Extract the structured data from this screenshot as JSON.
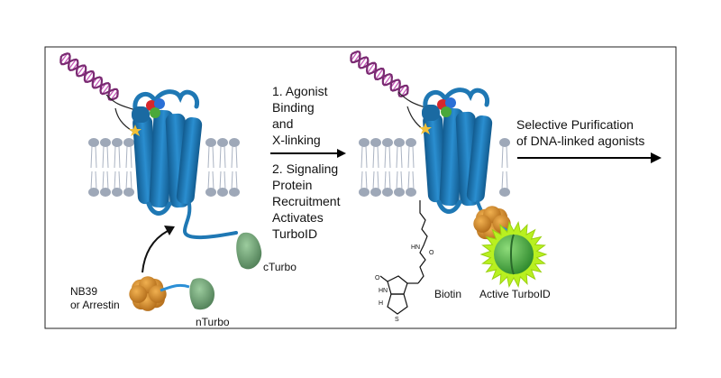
{
  "steps": {
    "step1": [
      "1. Agonist",
      "Binding",
      "and",
      "X-linking"
    ],
    "step2": [
      "2. Signaling",
      "Protein",
      "Recruitment",
      "Activates",
      "TurboID"
    ]
  },
  "labels": {
    "nb39": [
      "NB39",
      "or Arrestin"
    ],
    "nturbo": "nTurbo",
    "cturbo": "cTurbo",
    "biotin": "Biotin",
    "active_turboid": "Active TurboID",
    "purification": [
      "Selective Purification",
      "of DNA-linked agonists"
    ]
  },
  "colors": {
    "receptor": "#1f78b4",
    "receptor_dark": "#135a8a",
    "dna_strand": "#7a2a72",
    "dna_rungs": "#c45ab8",
    "membrane_head": "#9ea8b8",
    "turbo_fragment": "#6a9e72",
    "nb39": "#d38a2a",
    "active_glow": "#b8f020",
    "ligand_red": "#d7262b",
    "ligand_blue": "#2b6fd6",
    "ligand_green": "#4aa83a",
    "crosslink_star": "#f2c038",
    "arrow": "#000000"
  }
}
